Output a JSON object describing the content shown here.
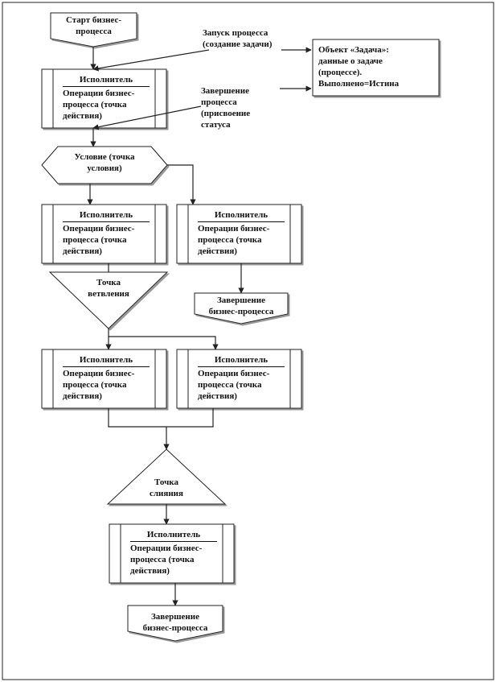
{
  "diagram": {
    "start": [
      "Старт бизнес-",
      "процесса"
    ],
    "launch_note": [
      "Запуск процесса",
      "(создание задачи)"
    ],
    "task_object": [
      "Объект «Задача»:",
      "данные о задаче",
      "(процессе).",
      "Выполнено=Истина"
    ],
    "finish_note": [
      "Завершение",
      "процесса",
      "(присвоение",
      "статуса"
    ],
    "executor": "Исполнитель",
    "operation": [
      "Операции бизнес-",
      "процесса (точка",
      "действия)"
    ],
    "condition": [
      "Условие (точка",
      "условия)"
    ],
    "branch_point": [
      "Точка",
      "ветвления"
    ],
    "merge_point": [
      "Точка",
      "слияния"
    ],
    "end": [
      "Завершение",
      "бизнес-процесса"
    ]
  }
}
